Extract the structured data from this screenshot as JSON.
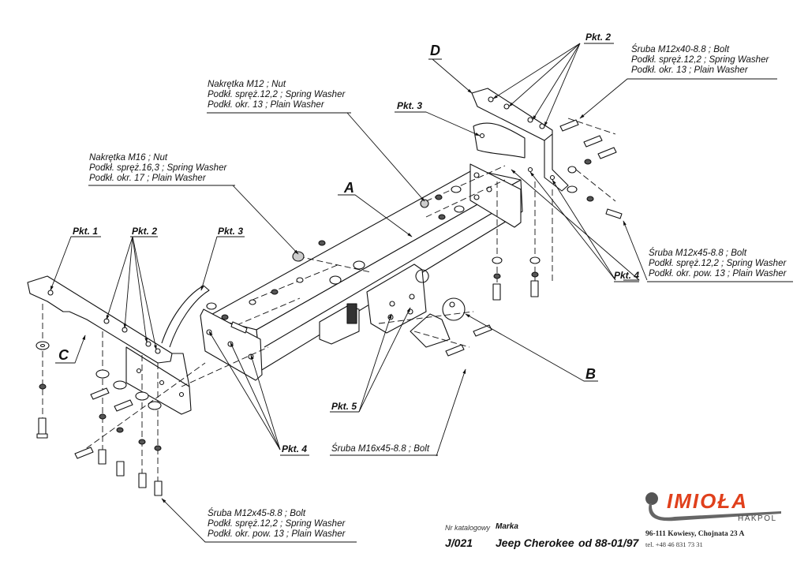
{
  "callouts": {
    "nut_m12": {
      "lines": [
        "Nakrętka  M12 ; Nut",
        "Podkł. spręż.12,2 ; Spring Washer",
        "Podkł. okr. 13 ; Plain Washer"
      ]
    },
    "nut_m16": {
      "lines": [
        "Nakrętka  M16 ; Nut",
        "Podkł. spręż.16,3 ; Spring Washer",
        "Podkł. okr. 17 ; Plain Washer"
      ]
    },
    "bolt_m12x40": {
      "lines": [
        "Śruba M12x40-8.8 ;  Bolt",
        "Podkł. spręż.12,2 ; Spring Washer",
        "Podkł. okr. 13 ; Plain Washer"
      ]
    },
    "bolt_m12x45_right": {
      "lines": [
        "Śruba M12x45-8.8 ;  Bolt",
        "Podkł. spręż.12,2 ; Spring Washer",
        "Podkł. okr. pow. 13 ; Plain Washer"
      ]
    },
    "bolt_m12x45_bottom": {
      "lines": [
        "Śruba M12x45-8.8 ;  Bolt",
        "Podkł. spręż.12,2 ; Spring Washer",
        "Podkł. okr. pow. 13 ; Plain Washer"
      ]
    },
    "bolt_m16x45": {
      "lines": [
        "Śruba M16x45-8.8 ;  Bolt"
      ]
    }
  },
  "points": {
    "pkt1": "Pkt. 1",
    "pkt2_left": "Pkt. 2",
    "pkt3_left": "Pkt. 3",
    "pkt2_right": "Pkt. 2",
    "pkt3_right": "Pkt. 3",
    "pkt4_right": "Pkt. 4",
    "pkt4_bottom": "Pkt. 4",
    "pkt5": "Pkt. 5"
  },
  "parts": {
    "A": "A",
    "B": "B",
    "C": "C",
    "D": "D"
  },
  "title_block": {
    "catalog_label": "Nr katalogowy",
    "catalog_number": "J/021",
    "brand_label": "Marka",
    "brand": "Jeep Cherokee",
    "years": "od  88-01/97"
  },
  "company": {
    "logo_name": "IMIOŁA",
    "logo_sub": "HAKPOL",
    "address": "96-111 Kowiesy, Chojnata 23 A",
    "phone": "tel. +48 46 831 73 31",
    "brand_color": "#e0401c",
    "ball_color": "#555555"
  }
}
